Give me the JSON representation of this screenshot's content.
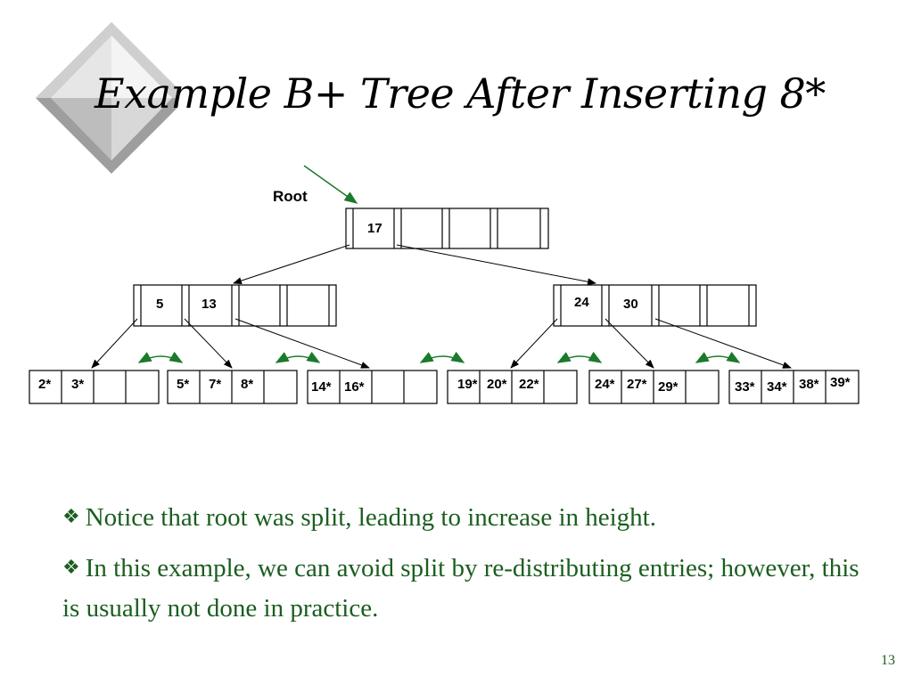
{
  "title": "Example B+ Tree After Inserting 8*",
  "root_label": "Root",
  "tree": {
    "root": {
      "keys": [
        "17"
      ]
    },
    "internal": [
      {
        "keys": [
          "5",
          "13"
        ]
      },
      {
        "keys": [
          "24",
          "30"
        ]
      }
    ],
    "leaves": [
      {
        "entries": [
          "2*",
          "3*",
          "",
          ""
        ]
      },
      {
        "entries": [
          "5*",
          "7*",
          "8*",
          ""
        ]
      },
      {
        "entries": [
          "14*",
          "16*",
          "",
          ""
        ]
      },
      {
        "entries": [
          "19*",
          "20*",
          "22*",
          ""
        ]
      },
      {
        "entries": [
          "24*",
          "27*",
          "29*",
          ""
        ]
      },
      {
        "entries": [
          "33*",
          "34*",
          "38*",
          "39*"
        ]
      }
    ]
  },
  "colors": {
    "text_green": "#1b5e20",
    "arrow_green": "#1b7a2b"
  },
  "bullets": [
    "Notice that root was split, leading to increase in height.",
    "In this example, we can avoid split by re-distributing entries; however, this is usually not done in practice."
  ],
  "bullet_icon": "four-petal-flower-icon",
  "page_number": "13"
}
